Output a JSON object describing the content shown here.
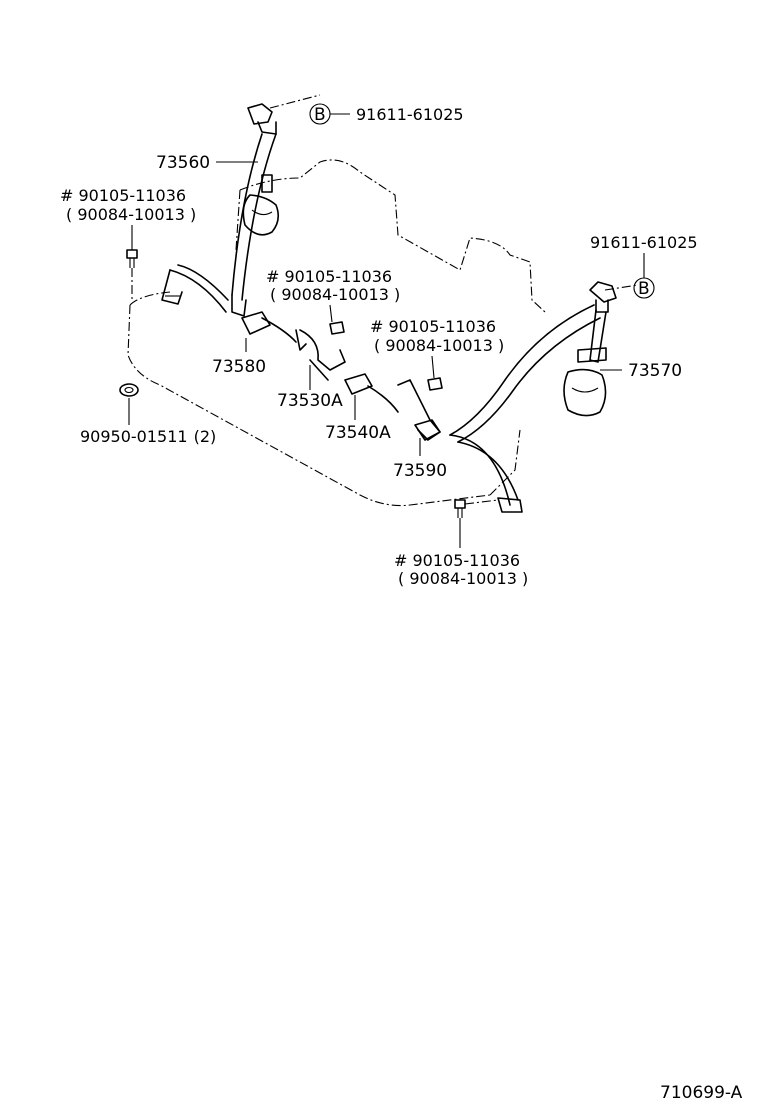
{
  "diagram_code": "710699-A",
  "callouts": {
    "b_marker": "B",
    "anchor_top_left": "91611-61025",
    "anchor_top_right": "91611-61025",
    "belt_outer_right": "73560",
    "belt_outer_left_retractor": "73570",
    "buckle_left": "73580",
    "buckle_center": "73530A",
    "buckle_center_right": "73540A",
    "buckle_right": "73590",
    "washer": "90950-01511",
    "washer_qty": "(2)",
    "bolt_left": "# 90105-11036",
    "bolt_left_alt": "( 90084-10013 )",
    "bolt_mid_left": "# 90105-11036",
    "bolt_mid_left_alt": "( 90084-10013 )",
    "bolt_mid_right": "# 90105-11036",
    "bolt_mid_right_alt": "( 90084-10013 )",
    "bolt_bottom": "# 90105-11036",
    "bolt_bottom_alt": "( 90084-10013 )"
  }
}
